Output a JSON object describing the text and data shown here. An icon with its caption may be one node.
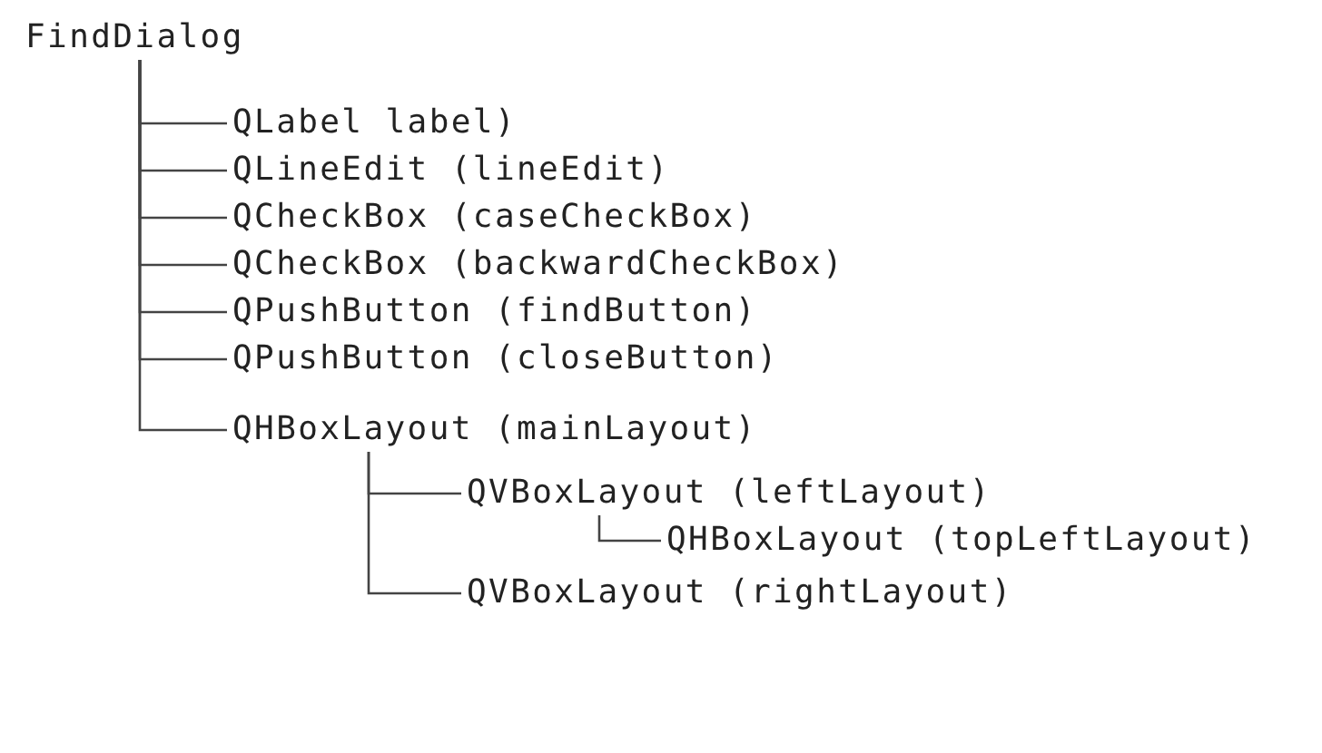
{
  "diagram": {
    "nodes": [
      {
        "text": [
          "FindDialog"
        ]
      },
      {
        "text": [
          "QLabel label)"
        ]
      },
      {
        "text": [
          "QLineEdit (lineEdit)"
        ]
      },
      {
        "text": [
          "QCheckBox (caseCheckBox)"
        ]
      },
      {
        "text": [
          "QCheckBox (backwardCheckBox)"
        ]
      },
      {
        "text": [
          "QPushButton (findButton)"
        ]
      },
      {
        "text": [
          "QPushButton (closeButton)"
        ]
      },
      {
        "text": [
          "QHBoxLayout (mainLayout)"
        ]
      },
      {
        "text": [
          "QVBoxLayout (leftLayout)"
        ]
      },
      {
        "text": [
          "QHBoxLayout (topLeftLayout)"
        ]
      },
      {
        "text": [
          "QVBoxLayout (rightLayout)"
        ]
      }
    ],
    "edges": [
      {
        "from": 0,
        "to": 1,
        "arrow": "none"
      },
      {
        "from": 0,
        "to": 2,
        "arrow": "none"
      },
      {
        "from": 0,
        "to": 3,
        "arrow": "none"
      },
      {
        "from": 0,
        "to": 4,
        "arrow": "none"
      },
      {
        "from": 0,
        "to": 5,
        "arrow": "none"
      },
      {
        "from": 0,
        "to": 6,
        "arrow": "none"
      },
      {
        "from": 0,
        "to": 7,
        "arrow": "none"
      },
      {
        "from": 7,
        "to": 8,
        "arrow": "none"
      },
      {
        "from": 7,
        "to": 10,
        "arrow": "none"
      },
      {
        "from": 8,
        "to": 9,
        "arrow": "none"
      }
    ]
  }
}
